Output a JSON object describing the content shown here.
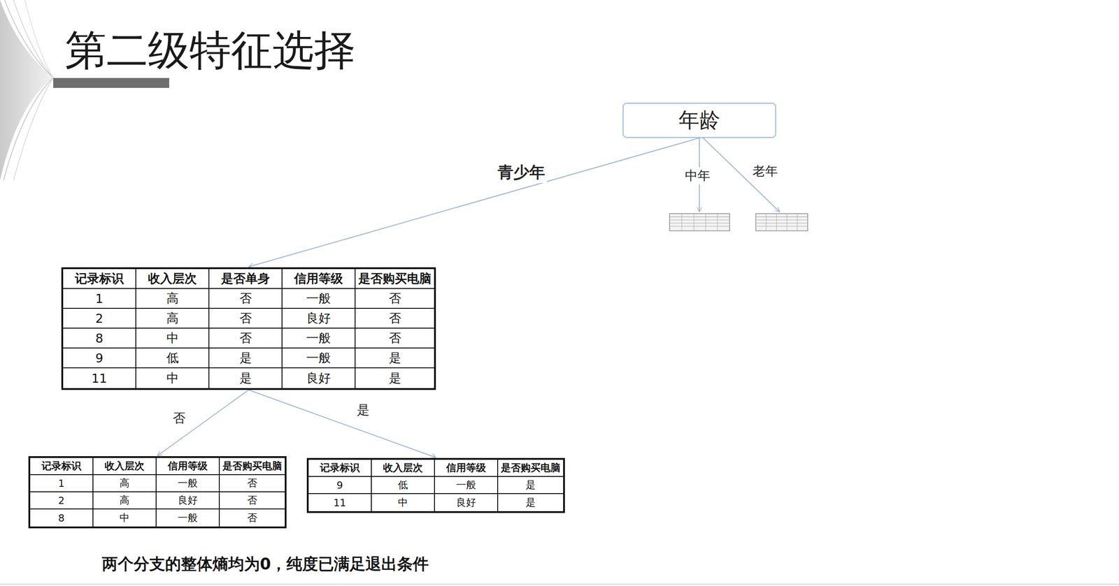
{
  "diagram": {
    "title": "第二级特征选择",
    "caption": "两个分支的整体熵均为0，纯度已满足退出条件",
    "nodes": [
      {
        "text": [
          "年龄"
        ]
      },
      {
        "text": [
          "记录标识",
          "收入层次",
          "是否单身",
          "信用等级",
          "是否购买电脑",
          "1",
          "高",
          "否",
          "一般",
          "否",
          "2",
          "高",
          "否",
          "良好",
          "否",
          "8",
          "中",
          "否",
          "一般",
          "否",
          "9",
          "低",
          "是",
          "一般",
          "是",
          "11",
          "中",
          "是",
          "良好",
          "是"
        ]
      },
      {
        "text": [
          "记录标识",
          "收入层次",
          "信用等级",
          "是否购买电脑",
          "1",
          "高",
          "一般",
          "否",
          "2",
          "高",
          "良好",
          "否",
          "8",
          "中",
          "一般",
          "否"
        ]
      },
      {
        "text": [
          "记录标识",
          "收入层次",
          "信用等级",
          "是否购买电脑",
          "9",
          "低",
          "一般",
          "是",
          "11",
          "中",
          "良好",
          "是"
        ]
      }
    ],
    "edges": [
      {
        "from": 0,
        "to": 1,
        "label": "青少年",
        "arrow": "to"
      },
      {
        "from": 1,
        "to": 2,
        "label": "否",
        "arrow": "to"
      },
      {
        "from": 1,
        "to": 3,
        "label": "是",
        "arrow": "to"
      }
    ],
    "labels": [
      "中年",
      "老年"
    ]
  }
}
